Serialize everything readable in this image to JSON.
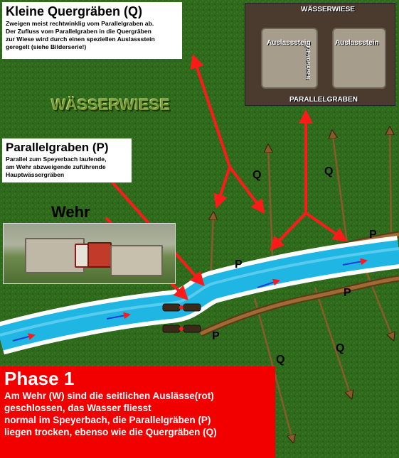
{
  "quergraben_box": {
    "title": "Kleine Quergräben (Q)",
    "lines": [
      "Zweigen meist rechtwinklig vom Parallelgraben ab.",
      "Der Zufluss vom Parallelgraben in die Quergräben",
      "zur Wiese wird durch einen speziellen Auslassstein",
      "geregelt (siehe Bilderserie!)"
    ]
  },
  "parallelgraben_box": {
    "title": "Parallelgraben (P)",
    "lines": [
      "Parallel zum Speyerbach laufende,",
      "am Wehr abzweigende zuführende",
      "Hauptwässergräben"
    ]
  },
  "phase_box": {
    "title": "Phase 1",
    "lines": [
      "Am Wehr (W) sind die seitlichen Auslässe(rot)",
      "geschlossen, das Wasser fliesst",
      "normal im Speyerbach, die Parallelgräben (P)",
      "liegen trocken, ebenso wie die Quergräben (Q)"
    ]
  },
  "labels": {
    "waesserwiese": "WÄSSERWIESE",
    "wehr": "Wehr",
    "q": "Q",
    "p": "P"
  },
  "outlet_photo": {
    "top_caption": "WÄSSERWIESE",
    "stone_left": "Auslassstein",
    "stone_right": "Auslassstein",
    "vertical": "QUERGRABEN",
    "bottom_caption": "PARALLELGRABEN"
  },
  "colors": {
    "grass": "#2f6a1c",
    "water": "#1fb6e3",
    "bank": "#8a5a2b",
    "pointer_arrow": "#ff1a1a",
    "ditch_arrow": "#8a5a2b",
    "phase_background": "#f20000"
  }
}
